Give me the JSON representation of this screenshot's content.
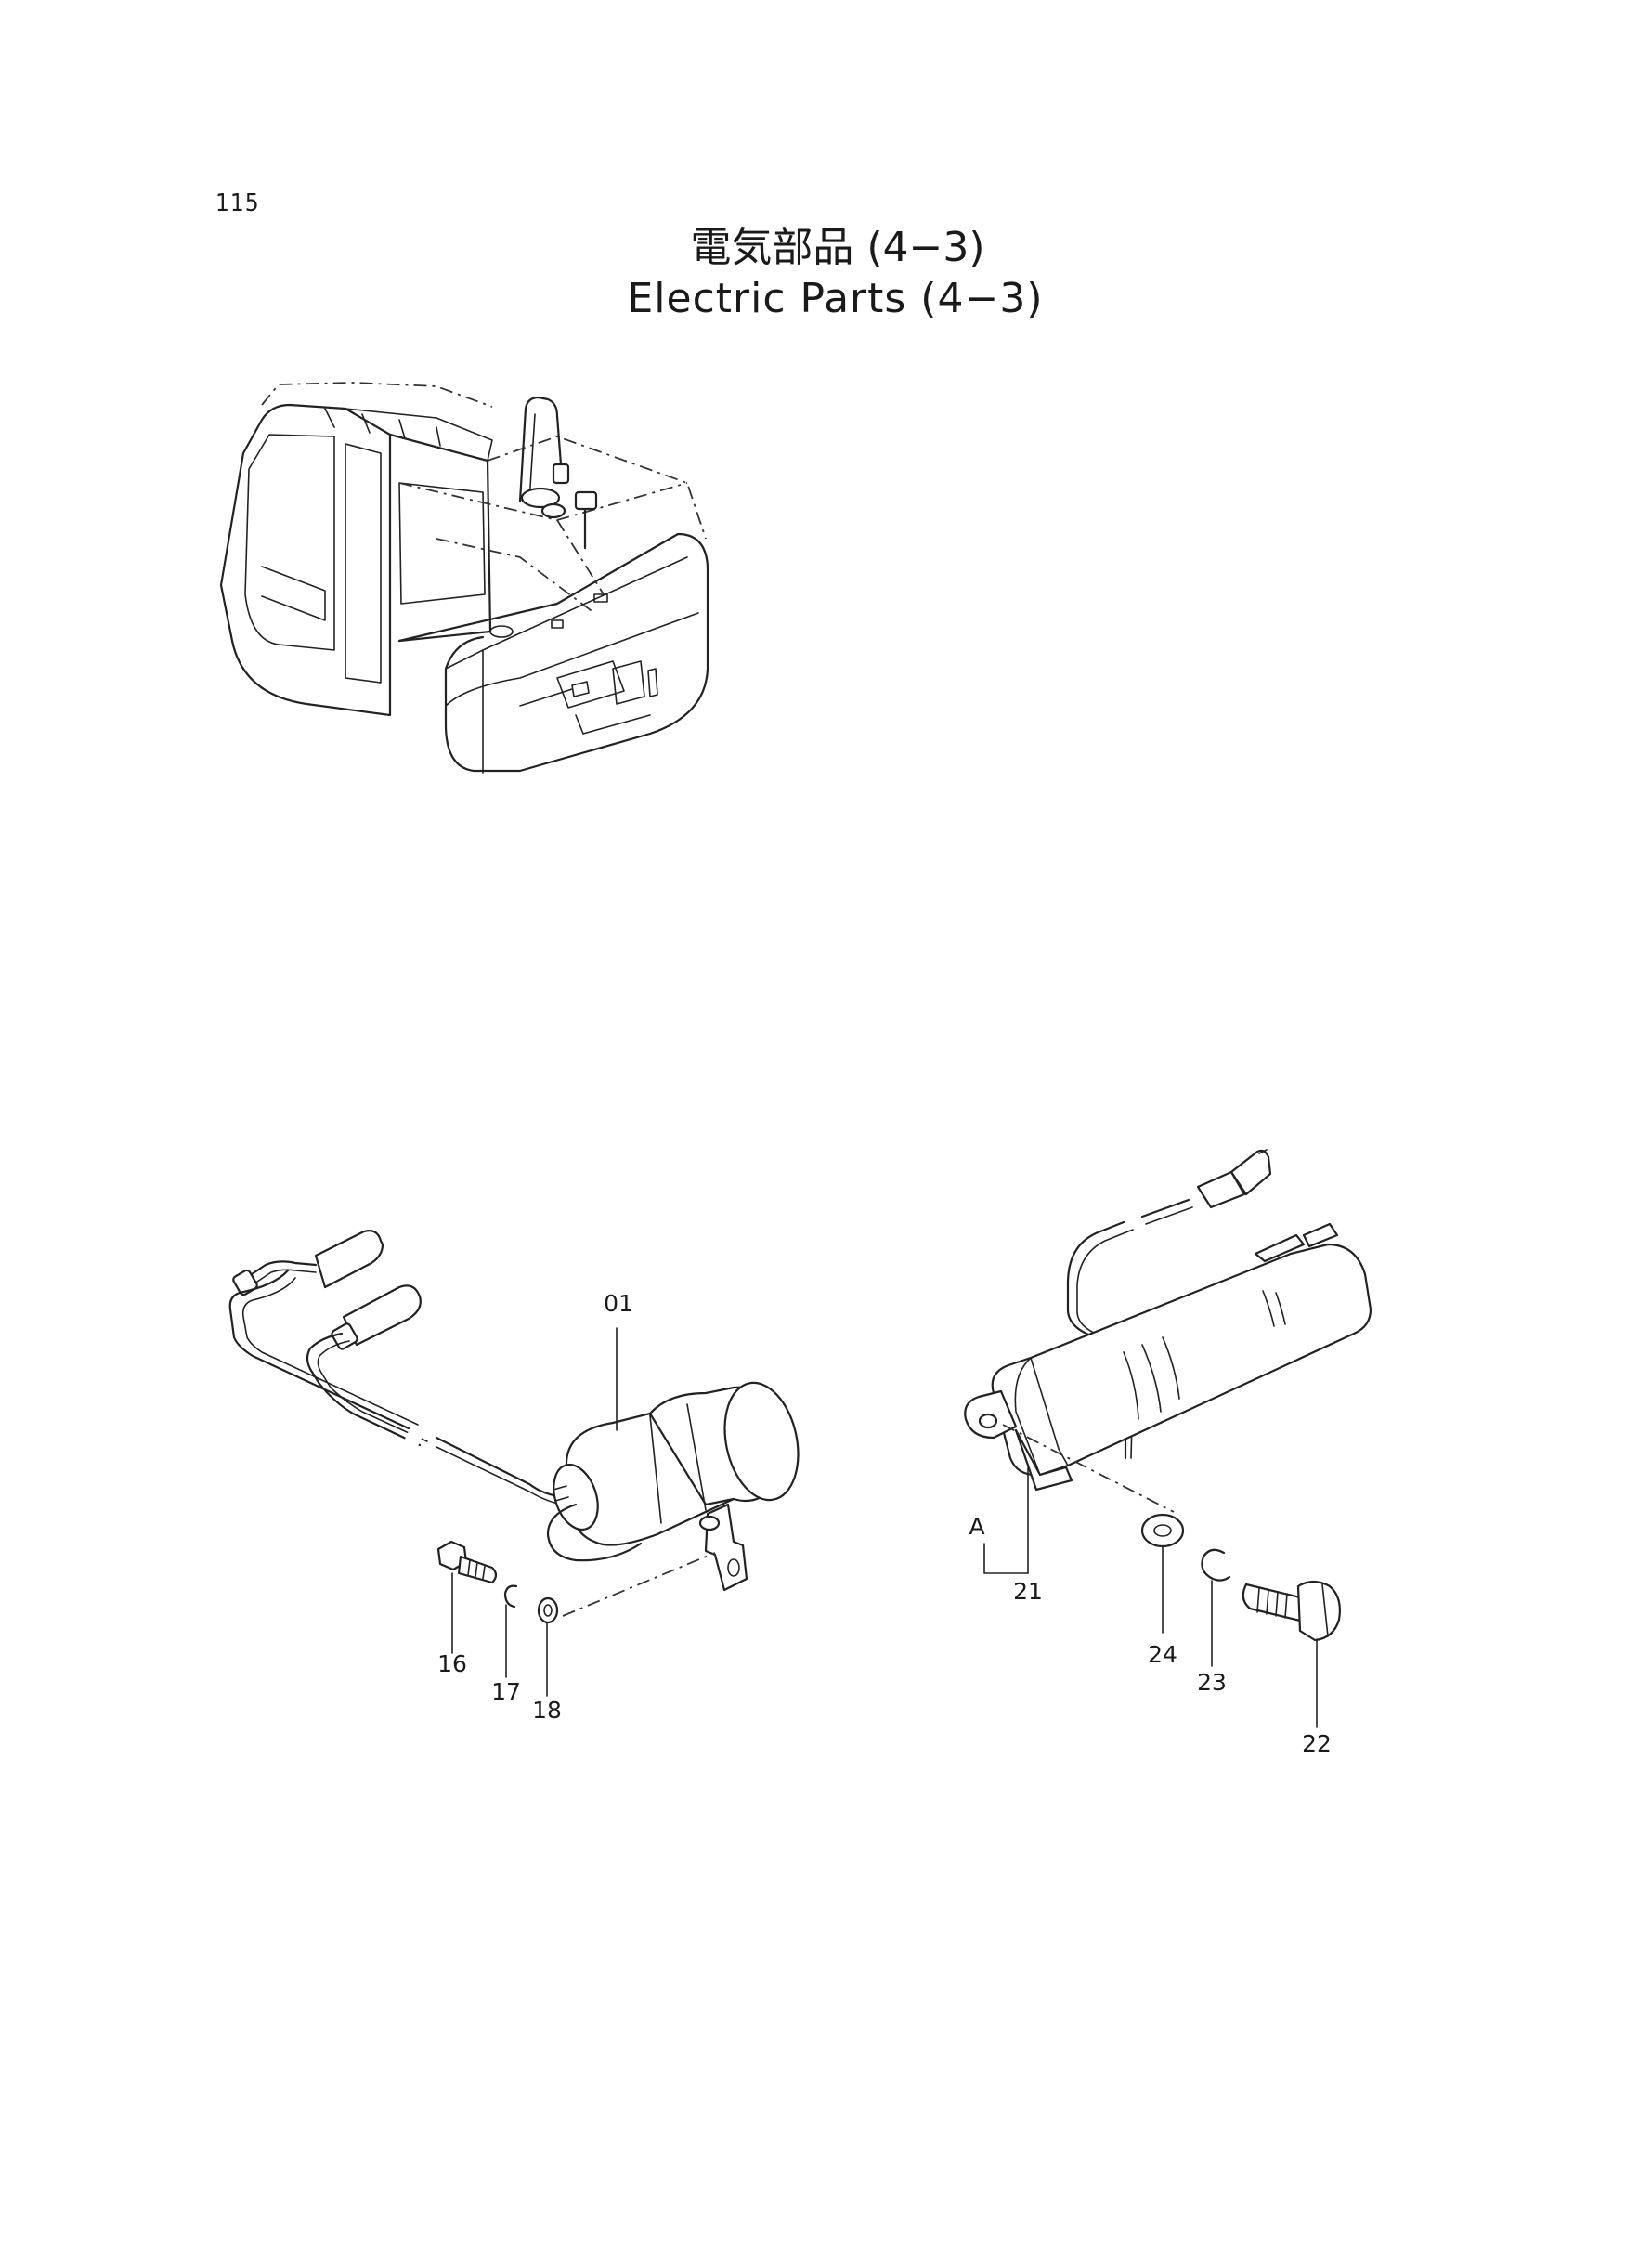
{
  "page": {
    "number": "115",
    "title_jp": "電気部品 (4−3)",
    "title_en": "Electric Parts (4−3)"
  },
  "callouts": {
    "c01": "01",
    "c16": "16",
    "c17": "17",
    "c18": "18",
    "c21": "21",
    "c22": "22",
    "c23": "23",
    "c24": "24",
    "cA": "A"
  }
}
